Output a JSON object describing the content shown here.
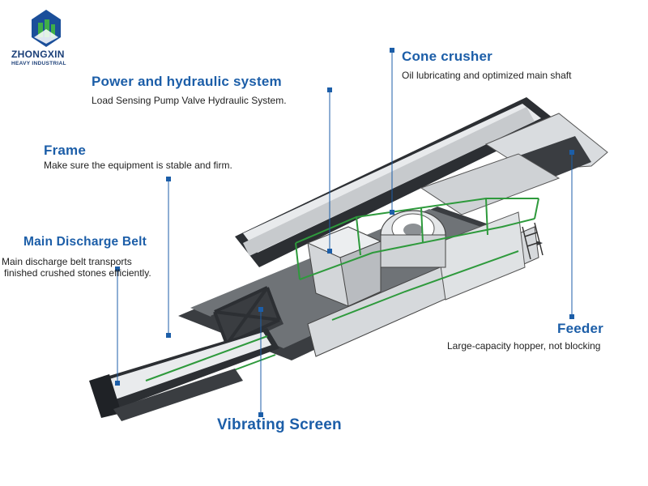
{
  "logo": {
    "name": "ZHONGXIN",
    "subtitle": "HEAVY INDUSTRIAL"
  },
  "labels": {
    "cone_crusher": {
      "title": "Cone crusher",
      "desc": "Oil lubricating and optimized main shaft"
    },
    "power": {
      "title": "Power and hydraulic system",
      "desc": "Load Sensing Pump Valve Hydraulic System."
    },
    "frame": {
      "title": "Frame",
      "desc": "Make sure the equipment is stable and firm."
    },
    "discharge": {
      "title": "Main Discharge Belt",
      "desc_line1": "Main discharge belt transports",
      "desc_line2": "finished crushed stones efficiently."
    },
    "feeder": {
      "title": "Feeder",
      "desc": "Large-capacity hopper, not blocking"
    },
    "screen": {
      "title": "Vibrating Screen"
    }
  },
  "colors": {
    "accent": "#1c5ea8",
    "railing": "#2e9a3c"
  }
}
